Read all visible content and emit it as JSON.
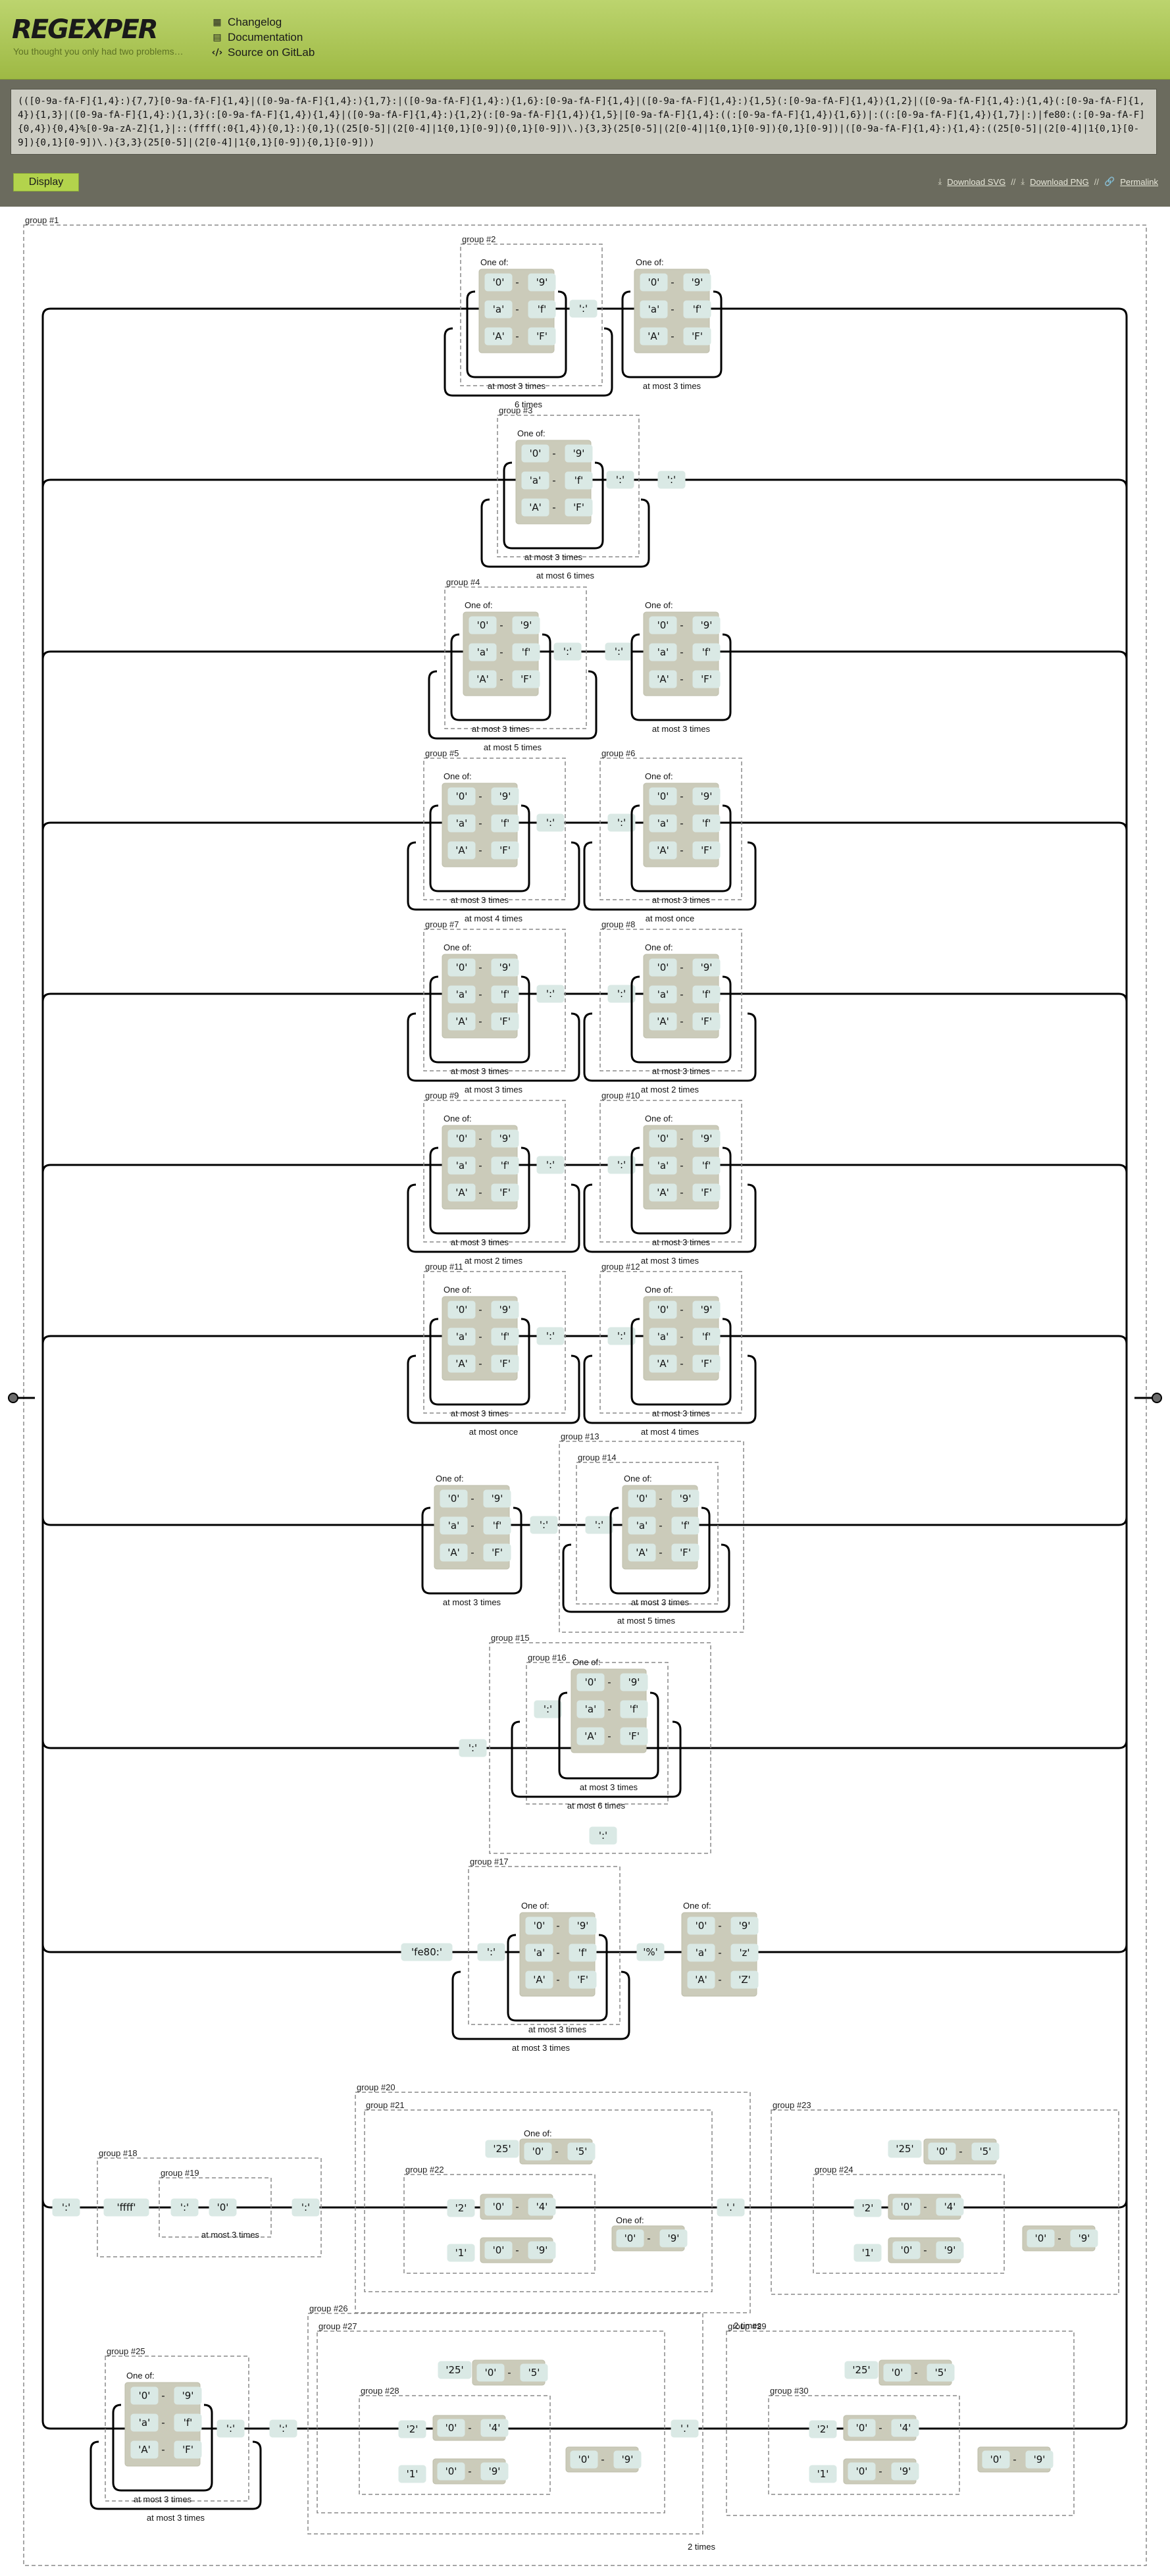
{
  "header": {
    "logo": "REGEXPER",
    "tagline": "You thought you only had two problems…",
    "nav": [
      {
        "icon": "list-icon",
        "label": "Changelog"
      },
      {
        "icon": "document-icon",
        "label": "Documentation"
      },
      {
        "icon": "code-icon",
        "label": "Source on GitLab"
      }
    ]
  },
  "regex": {
    "value": "(([0-9a-fA-F]{1,4}:){7,7}[0-9a-fA-F]{1,4}|([0-9a-fA-F]{1,4}:){1,7}:|([0-9a-fA-F]{1,4}:){1,6}:[0-9a-fA-F]{1,4}|([0-9a-fA-F]{1,4}:){1,5}(:[0-9a-fA-F]{1,4}){1,2}|([0-9a-fA-F]{1,4}:){1,4}(:[0-9a-fA-F]{1,4}){1,3}|([0-9a-fA-F]{1,4}:){1,3}(:[0-9a-fA-F]{1,4}){1,4}|([0-9a-fA-F]{1,4}:){1,2}(:[0-9a-fA-F]{1,4}){1,5}|[0-9a-fA-F]{1,4}:((:[0-9a-fA-F]{1,4}){1,6})|:((:[0-9a-fA-F]{1,4}){1,7}|:)|fe80:(:[0-9a-fA-F]{0,4}){0,4}%[0-9a-zA-Z]{1,}|::(ffff(:0{1,4}){0,1}:){0,1}((25[0-5]|(2[0-4]|1{0,1}[0-9]){0,1}[0-9])\\.){3,3}(25[0-5]|(2[0-4]|1{0,1}[0-9]){0,1}[0-9])|([0-9a-fA-F]{1,4}:){1,4}:((25[0-5]|(2[0-4]|1{0,1}[0-9]){0,1}[0-9])\\.){3,3}(25[0-5]|(2[0-4]|1{0,1}[0-9]){0,1}[0-9]))"
  },
  "toolbar": {
    "display_label": "Display",
    "download_svg": "Download SVG",
    "download_png": "Download PNG",
    "permalink": "Permalink",
    "separator": "//"
  },
  "diagram": {
    "outer_group": "group #1",
    "one_of": "One of:",
    "dash": "-",
    "lit_09": [
      "'0'",
      "'9'"
    ],
    "lit_af": [
      "'a'",
      "'f'"
    ],
    "lit_AF": [
      "'A'",
      "'F'"
    ],
    "lit_az": [
      "'a'",
      "'z'"
    ],
    "lit_AZ": [
      "'A'",
      "'Z'"
    ],
    "lit_04": [
      "'0'",
      "'4'"
    ],
    "lit_05": [
      "'0'",
      "'5'"
    ],
    "colon": "':'",
    "dot": "'.'",
    "percent": "'%'",
    "fe80": "'fe80:'",
    "ffff": "'ffff'",
    "zero": "'0'",
    "two": "'2'",
    "one": "'1'",
    "twentyfive": "'25'",
    "at_most_3": "at most 3 times",
    "rows": [
      {
        "groups": [
          "group #2"
        ],
        "outer": "6 times",
        "inner": "at most 3 times"
      },
      {
        "groups": [
          "group #3"
        ],
        "outer": "at most 6 times",
        "inner": "at most 3 times"
      },
      {
        "groups": [
          "group #4"
        ],
        "outer": "at most 5 times",
        "inner": "at most 3 times"
      },
      {
        "groups": [
          "group #5",
          "group #6"
        ],
        "outer": "at most 4 times",
        "outer2": "at most once",
        "inner": "at most 3 times"
      },
      {
        "groups": [
          "group #7",
          "group #8"
        ],
        "outer": "at most 3 times",
        "outer2": "at most 2 times",
        "inner": "at most 3 times"
      },
      {
        "groups": [
          "group #9",
          "group #10"
        ],
        "outer": "at most 2 times",
        "outer2": "at most 3 times",
        "inner": "at most 3 times"
      },
      {
        "groups": [
          "group #11",
          "group #12"
        ],
        "outer": "at most once",
        "outer2": "at most 4 times",
        "inner": "at most 3 times"
      },
      {
        "groups": [
          "group #13",
          "group #14"
        ],
        "outer": "at most 5 times",
        "inner": "at most 3 times"
      },
      {
        "groups": [
          "group #15",
          "group #16"
        ],
        "outer": "at most 6 times",
        "inner": "at most 3 times"
      },
      {
        "groups": [
          "group #17"
        ],
        "outer": "at most 3 times",
        "inner": "at most 3 times"
      },
      {
        "groups": [
          "group #18",
          "group #19",
          "group #20",
          "group #21",
          "group #22",
          "group #23",
          "group #24"
        ],
        "outer": "2 times",
        "inner": "at most 3 times"
      },
      {
        "groups": [
          "group #25",
          "group #26",
          "group #27",
          "group #28",
          "group #29",
          "group #30"
        ],
        "outer": "2 times",
        "inner": "at most 3 times"
      }
    ]
  }
}
